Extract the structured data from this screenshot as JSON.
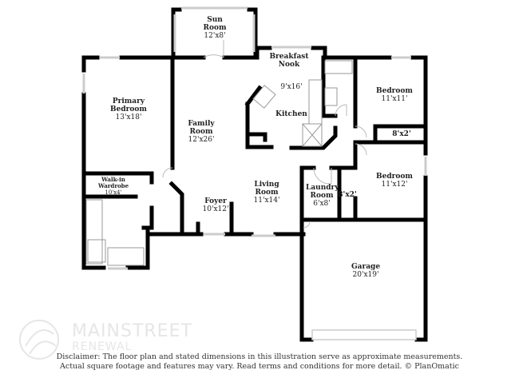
{
  "rooms": {
    "sun_room": {
      "name": "Sun Room",
      "dim": "12'x8'"
    },
    "breakfast_nook": {
      "name": "Breakfast Nook",
      "dim": "9'x16'"
    },
    "kitchen": {
      "name": "Kitchen"
    },
    "primary_bedroom": {
      "name": "Primary Bedroom",
      "dim": "13'x18'"
    },
    "family_room": {
      "name": "Family Room",
      "dim": "12'x26'"
    },
    "bedroom_1": {
      "name": "Bedroom",
      "dim": "11'x11'"
    },
    "closet_1": {
      "dim": "8'x2'"
    },
    "walk_in": {
      "name": "Walk-in Wardrobe",
      "dim": "10'x4'"
    },
    "living_room": {
      "name": "Living Room",
      "dim": "11'x14'"
    },
    "foyer": {
      "name": "Foyer",
      "dim": "10'x12'"
    },
    "laundry": {
      "name": "Laundry Room",
      "dim": "6'x8'"
    },
    "closet_2": {
      "dim": "8'x2'"
    },
    "bedroom_2": {
      "name": "Bedroom",
      "dim": "11'x12'"
    },
    "garage": {
      "name": "Garage",
      "dim": "20'x19'"
    }
  },
  "watermark": {
    "line1": "MAINSTREET",
    "line2": "RENEWAL"
  },
  "disclaimer": {
    "line1": "Disclaimer: The floor plan and stated dimensions in this illustration serve as approximate measurements.",
    "line2": "Actual square footage and features may vary. Read terms and conditions for more detail. © PlanOmatic"
  },
  "colors": {
    "wall": "#000000",
    "window": "#cccccc"
  }
}
